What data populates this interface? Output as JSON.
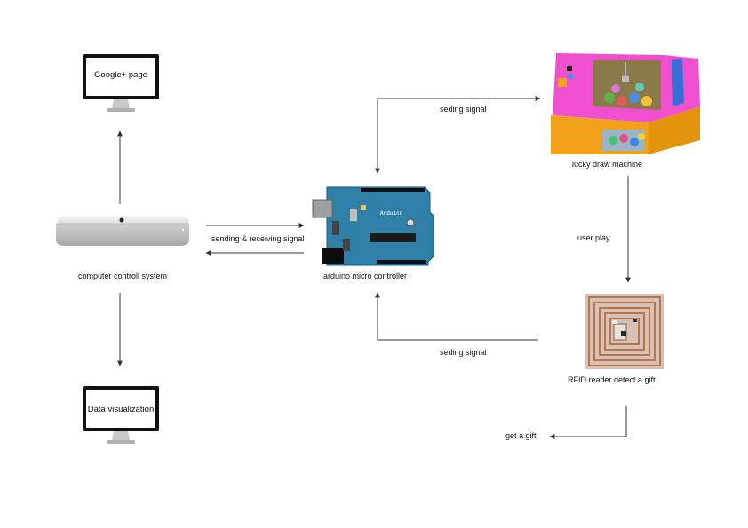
{
  "nodes": {
    "monitor_top": {
      "screen_text": "Google+ page"
    },
    "monitor_bottom": {
      "screen_text": "Data visualization"
    },
    "computer": {
      "label": "computer controll system"
    },
    "arduino": {
      "label": "arduino micro controller",
      "board_text": "Arduino"
    },
    "machine": {
      "label": "lucky draw machine"
    },
    "rfid": {
      "label": "RFID reader detect a gift"
    }
  },
  "edges": {
    "computer_arduino": "sending & receiving signal",
    "arduino_machine": "seding signal",
    "machine_rfid": "user play",
    "rfid_arduino": "seding signal",
    "rfid_gift": "get a gift"
  },
  "colors": {
    "arrow": "#333333",
    "arduino_board": "#2f7fa8",
    "machine_pink": "#f04fd0",
    "machine_orange": "#f2a11b",
    "rfid_copper": "#b5764f"
  }
}
